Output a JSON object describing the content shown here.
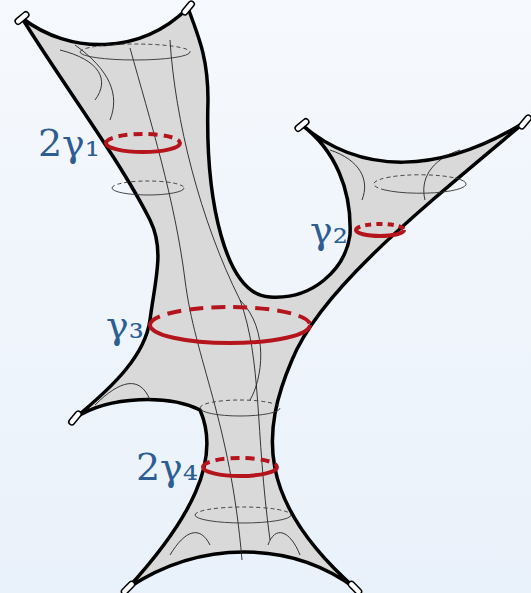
{
  "diagram": {
    "labels": [
      "2γ₁",
      "γ₂",
      "γ₃",
      "2γ₄"
    ]
  }
}
